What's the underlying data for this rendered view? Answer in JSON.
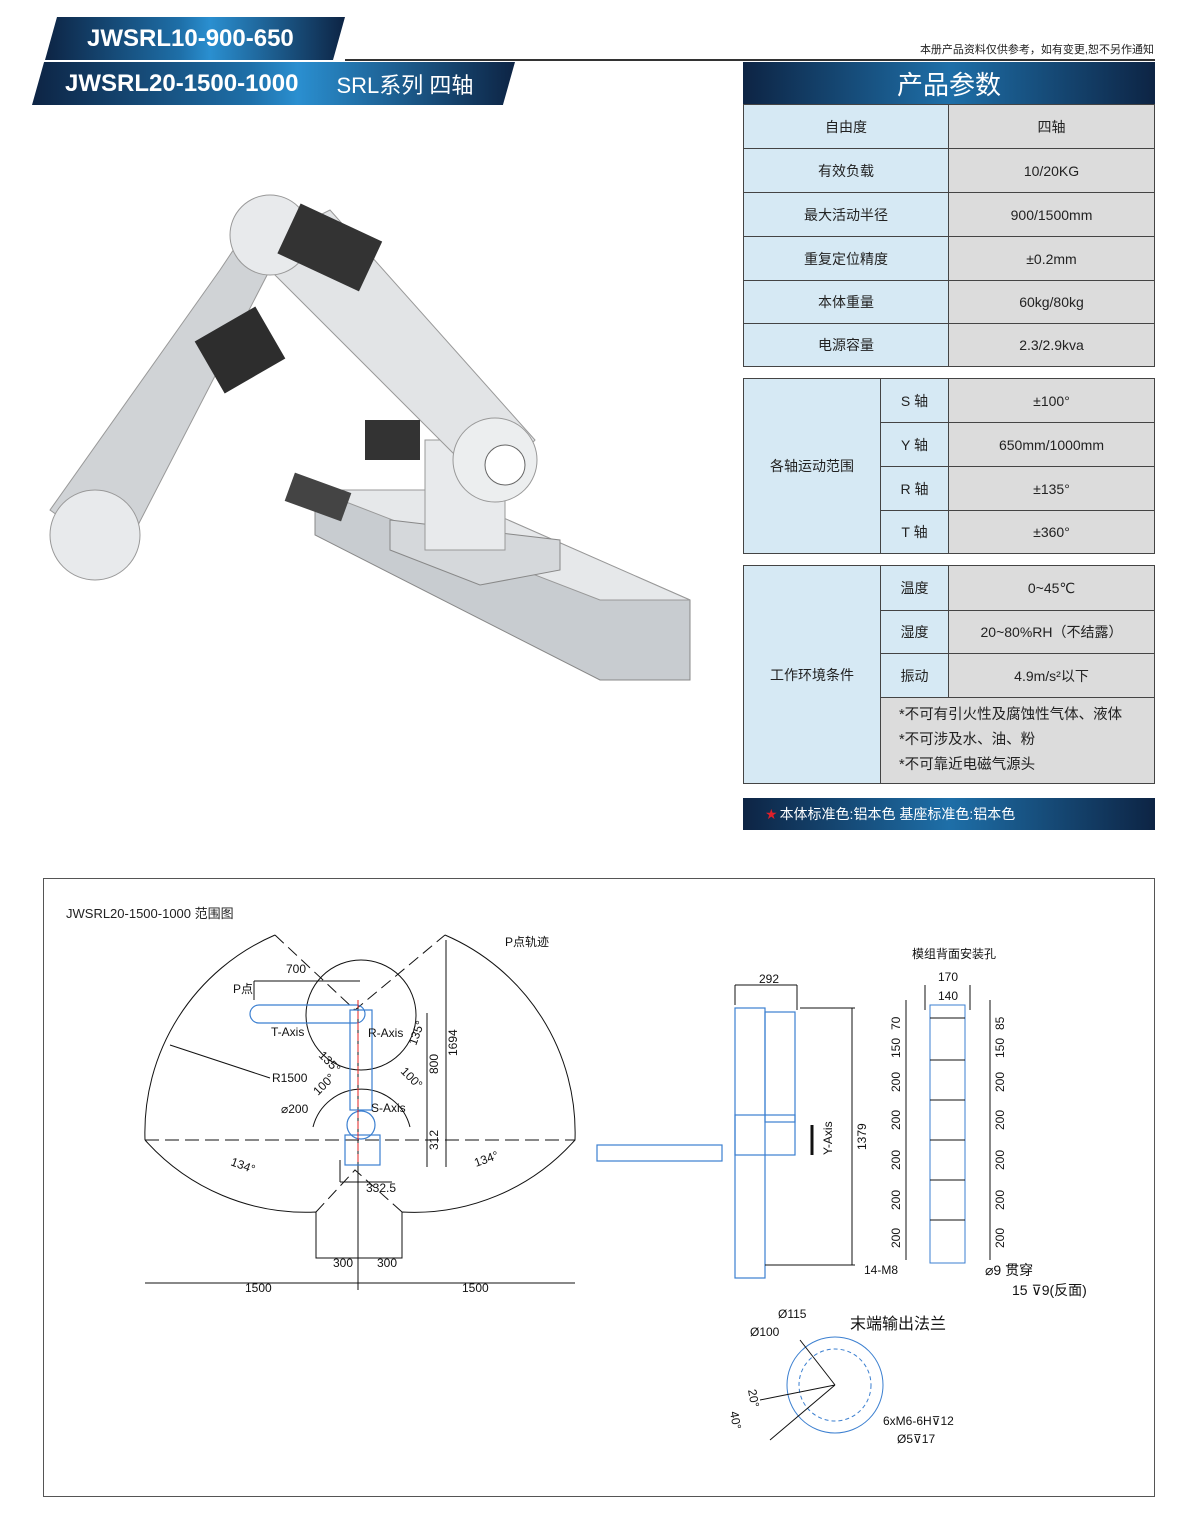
{
  "header": {
    "model1": "JWSRL10-900-650",
    "model2": "JWSRL20-1500-1000",
    "series": "SRL系列 四轴",
    "notice": "本册产品资料仅供参考，如有变更,恕不另作通知"
  },
  "spec": {
    "title": "产品参数",
    "rows": [
      {
        "label": "自由度",
        "value": "四轴"
      },
      {
        "label": "有效负载",
        "value": "10/20KG"
      },
      {
        "label": "最大活动半径",
        "value": "900/1500mm"
      },
      {
        "label": "重复定位精度",
        "value": "±0.2mm"
      },
      {
        "label": "本体重量",
        "value": "60kg/80kg"
      },
      {
        "label": "电源容量",
        "value": "2.3/2.9kva"
      }
    ],
    "axis": {
      "label": "各轴运动范围",
      "rows": [
        {
          "axis": "S 轴",
          "value": "±100°"
        },
        {
          "axis": "Y 轴",
          "value": "650mm/1000mm"
        },
        {
          "axis": "R 轴",
          "value": "±135°"
        },
        {
          "axis": "T 轴",
          "value": "±360°"
        }
      ]
    },
    "env": {
      "label": "工作环境条件",
      "rows": [
        {
          "name": "温度",
          "value": "0~45℃"
        },
        {
          "name": "湿度",
          "value": "20~80%RH（不结露）"
        },
        {
          "name": "振动",
          "value": "4.9m/s²以下"
        }
      ],
      "notes": [
        "*不可有引火性及腐蚀性气体、液体",
        "*不可涉及水、油、粉",
        "*不可靠近电磁气源头"
      ]
    },
    "color_note": "本体标准色:铝本色 基座标准色:铝本色"
  },
  "drawing": {
    "title": "JWSRL20-1500-1000 范围图",
    "range": {
      "p_track": "P点轨迹",
      "p_point": "P点",
      "t_axis": "T-Axis",
      "r_axis": "R-Axis",
      "s_axis": "S-Axis",
      "r1500": "R1500",
      "d200": "⌀200",
      "dim700": "700",
      "dim800": "800",
      "dim1694": "1694",
      "dim312": "312",
      "dim332": "332.5",
      "dim300a": "300",
      "dim300b": "300",
      "dim1500a": "1500",
      "dim1500b": "1500",
      "a135a": "135°",
      "a135b": "135°",
      "a100a": "100°",
      "a100b": "100°",
      "a134a": "134°",
      "a134b": "134°"
    },
    "side": {
      "dim292": "292",
      "dim1379": "1379",
      "y_axis": "Y-Axis"
    },
    "back": {
      "title": "模组背面安装孔",
      "d170": "170",
      "d140": "140",
      "l150": "150",
      "l70": "70",
      "r150": "150",
      "r85": "85",
      "s200": "200",
      "holes": "14-M8",
      "thru": "⌀9 贯穿",
      "cb": "15 ⊽9(反面)"
    },
    "flange": {
      "title": "末端输出法兰",
      "d115": "Ø115",
      "d100": "Ø100",
      "a20": "20°",
      "a40": "40°",
      "tap": "6xM6-6H⊽12",
      "pin": "Ø5⊽17"
    }
  }
}
